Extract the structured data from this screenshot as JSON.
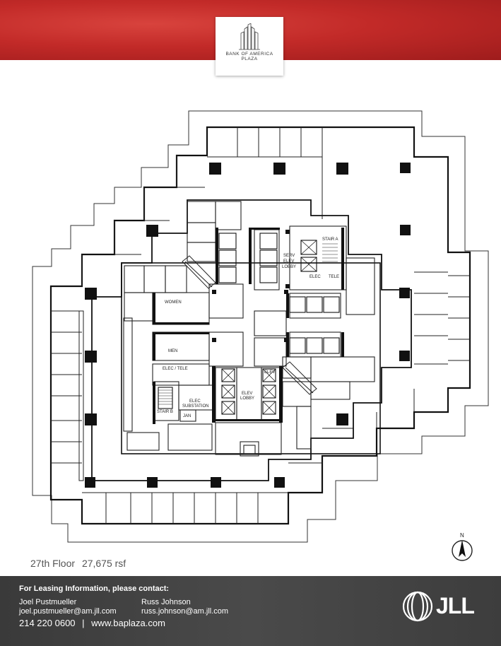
{
  "logo": {
    "line1": "BANK OF AMERICA",
    "line2": "PLAZA"
  },
  "plan": {
    "labels": {
      "women": "WOMEN",
      "men": "MEN",
      "elec_tele": "ELEC / TELE",
      "elec_substation_1": "ELEC",
      "elec_substation_2": "SUBSTATION",
      "stair_b": "STAIR B",
      "jan": "JAN",
      "elev_lobby_1": "ELEV",
      "elev_lobby_2": "LOBBY",
      "serv_1": "SERV",
      "serv_2": "ELEV",
      "serv_3": "LOBBY",
      "stair_a": "STAIR A",
      "elec": "ELEC",
      "tele": "TELE",
      "elev": "ELEV"
    }
  },
  "floor": {
    "name": "27th Floor",
    "rsf": "27,675 rsf"
  },
  "compass": {
    "label": "N"
  },
  "footer": {
    "heading": "For Leasing Information, please contact:",
    "contact1": {
      "name": "Joel Pustmueller",
      "email": "joel.pustmueller@am.jll.com"
    },
    "contact2": {
      "name": "Russ Johnson",
      "email": "russ.johnson@am.jll.com"
    },
    "phone": "214 220 0600",
    "separator": "|",
    "website": "www.baplaza.com",
    "brand": "JLL"
  }
}
